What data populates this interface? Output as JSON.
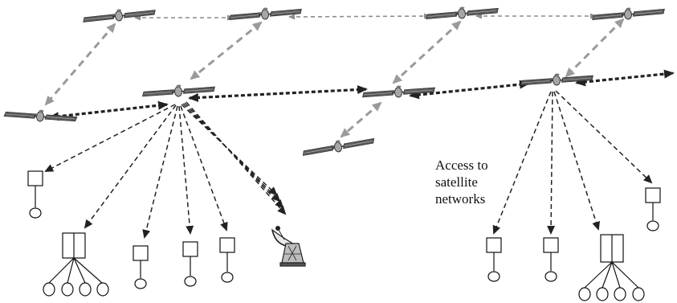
{
  "annotation": {
    "lines": [
      "Access to",
      "satellite",
      "networks"
    ]
  },
  "satellites": [
    {
      "id": "s1",
      "orbit": "upper"
    },
    {
      "id": "s2",
      "orbit": "upper"
    },
    {
      "id": "s3",
      "orbit": "upper"
    },
    {
      "id": "s4",
      "orbit": "upper"
    },
    {
      "id": "s5",
      "orbit": "middle"
    },
    {
      "id": "s6",
      "orbit": "middle"
    },
    {
      "id": "s7",
      "orbit": "middle"
    },
    {
      "id": "s8",
      "orbit": "middle"
    },
    {
      "id": "s9",
      "orbit": "lower"
    }
  ],
  "inter_satellite_links": [
    {
      "from": "s1",
      "to": "s2",
      "style": "thin-grey"
    },
    {
      "from": "s2",
      "to": "s3",
      "style": "thin-grey"
    },
    {
      "from": "s3",
      "to": "s4",
      "style": "thin-grey"
    },
    {
      "from": "s1",
      "to": "s5",
      "style": "grey-dashed"
    },
    {
      "from": "s2",
      "to": "s6",
      "style": "grey-dashed"
    },
    {
      "from": "s3",
      "to": "s7",
      "style": "grey-dashed"
    },
    {
      "from": "s4",
      "to": "s8",
      "style": "grey-dashed"
    },
    {
      "from": "s7",
      "to": "s9",
      "style": "grey-dashed"
    },
    {
      "from": "s5",
      "to": "s6",
      "style": "thick-black"
    },
    {
      "from": "s6",
      "to": "s7",
      "style": "thick-black"
    },
    {
      "from": "s7",
      "to": "s8",
      "style": "thick-black"
    },
    {
      "from": "s8",
      "to": "offscreen-right",
      "style": "thick-black"
    }
  ],
  "ground_terminals": [
    {
      "id": "t1",
      "type": "single-terminal"
    },
    {
      "id": "t2",
      "type": "hub-4-users"
    },
    {
      "id": "t3",
      "type": "single-terminal"
    },
    {
      "id": "t4",
      "type": "single-terminal"
    },
    {
      "id": "t5",
      "type": "single-terminal"
    },
    {
      "id": "g1",
      "type": "satellite-dish"
    },
    {
      "id": "t6",
      "type": "single-terminal"
    },
    {
      "id": "t7",
      "type": "single-terminal"
    },
    {
      "id": "t8",
      "type": "hub-4-users"
    },
    {
      "id": "t9",
      "type": "single-terminal"
    }
  ],
  "access_links": [
    {
      "from": "s6",
      "to": "t1"
    },
    {
      "from": "s6",
      "to": "t2"
    },
    {
      "from": "s6",
      "to": "t3"
    },
    {
      "from": "s6",
      "to": "t4"
    },
    {
      "from": "s6",
      "to": "t5"
    },
    {
      "from": "s6",
      "to": "g1",
      "multiplicity": 4
    },
    {
      "from": "s8",
      "to": "t6"
    },
    {
      "from": "s8",
      "to": "t7"
    },
    {
      "from": "s8",
      "to": "t8"
    },
    {
      "from": "s8",
      "to": "t9"
    }
  ],
  "colors": {
    "thin_link": "#8c8c8c",
    "grey_link": "#9a9a9a",
    "thick_link": "#222222",
    "access_link": "#222222",
    "satellite_panel": "#555555",
    "satellite_body": "#9a9a9a",
    "terminal_stroke": "#111111"
  }
}
